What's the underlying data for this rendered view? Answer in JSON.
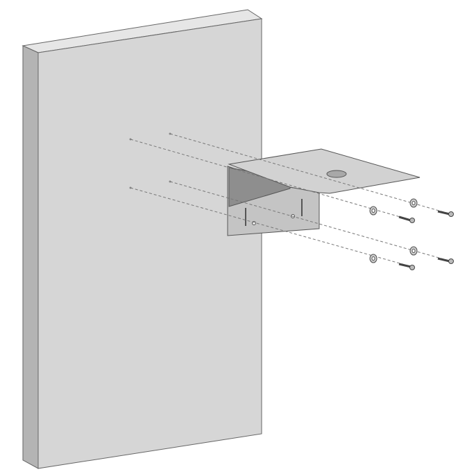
{
  "colors": {
    "wall_front": "#d6d6d6",
    "wall_side": "#b4b4b4",
    "wall_top": "#e6e6e6",
    "bracket": "#c8c8c8",
    "bracket_shadow": "#8e8e8e",
    "outline": "#555555",
    "dashed_line": "#777777"
  },
  "parts": {
    "wall_holes": 4,
    "washers": 4,
    "screws": 4
  }
}
